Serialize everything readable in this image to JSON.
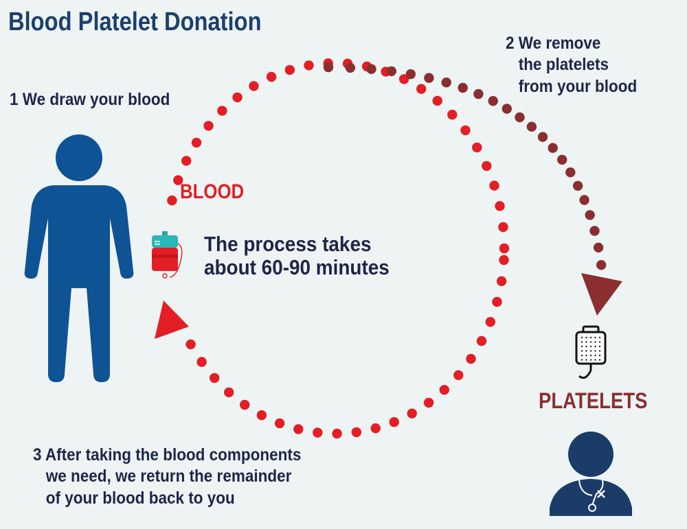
{
  "title": "Blood Platelet Donation",
  "steps": {
    "step1": "1 We draw your blood",
    "step2": "2 We remove\n   the platelets\n   from your blood",
    "step3": "3 After taking the blood components\n   we need, we return the remainder\n   of your blood back to you"
  },
  "labels": {
    "blood": "BLOOD",
    "platelets": "PLATELETS"
  },
  "center_text": "The process takes\nabout 60-90 minutes",
  "icons": [
    "person-icon",
    "blood-bag-icon",
    "platelet-bag-icon",
    "nurse-icon"
  ],
  "colors": {
    "title": "#1c3f6e",
    "text": "#1f2547",
    "blood_red": "#e31e24",
    "platelet_maroon": "#8a2e30",
    "person_blue": "#0e5394",
    "nurse_navy": "#1b3c68",
    "background": "#eef4f4"
  }
}
